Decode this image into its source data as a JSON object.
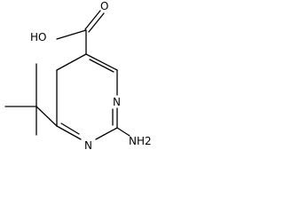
{
  "molecule": {
    "labels": {
      "hydroxyl": "HO",
      "carbonyl_oxygen": "O",
      "ring_nitrogen_1": "N",
      "ring_nitrogen_2": "N",
      "amino": "NH2"
    },
    "colors": {
      "bond": "#000000",
      "label": "#000000",
      "background": "#ffffff"
    }
  }
}
